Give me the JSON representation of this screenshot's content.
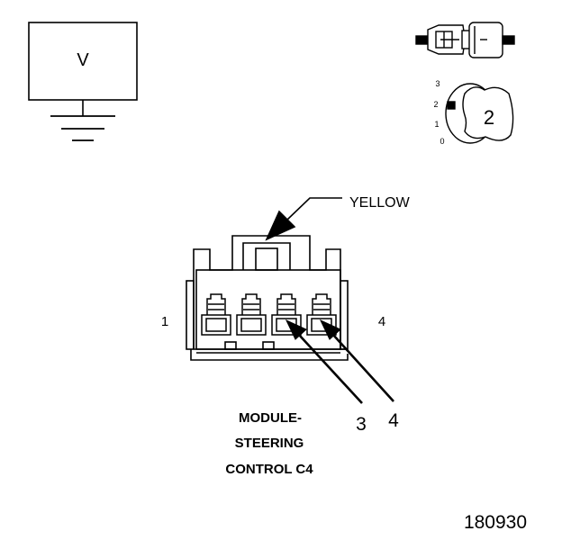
{
  "meter": {
    "symbol": "V"
  },
  "key_positions": {
    "labels": [
      "3",
      "2",
      "1",
      "0"
    ],
    "current": "2"
  },
  "connector": {
    "wire_color": "YELLOW",
    "pin_left": "1",
    "pin_right": "4",
    "callouts": [
      "3",
      "4"
    ],
    "title_lines": [
      "MODULE-",
      "STEERING",
      "CONTROL C4"
    ]
  },
  "figure_id": "180930",
  "colors": {
    "ink": "#000000",
    "paper": "#ffffff"
  }
}
